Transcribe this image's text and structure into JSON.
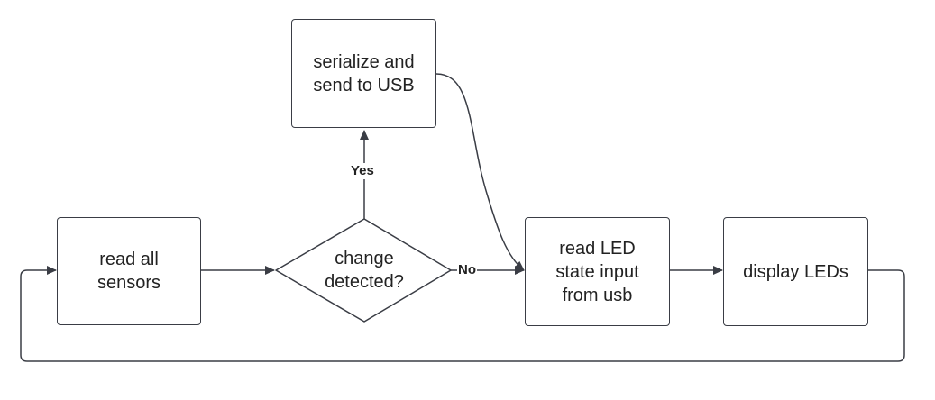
{
  "colors": {
    "stroke": "#3a3d45",
    "text": "#222222",
    "background": "#ffffff"
  },
  "nodes": {
    "read_sensors": "read all\nsensors",
    "change_detected": "change\ndetected?",
    "serialize_send": "serialize and\nsend to USB",
    "read_led_state": "read LED\nstate input\nfrom usb",
    "display_leds": "display LEDs"
  },
  "edges": {
    "yes_label": "Yes",
    "no_label": "No"
  }
}
